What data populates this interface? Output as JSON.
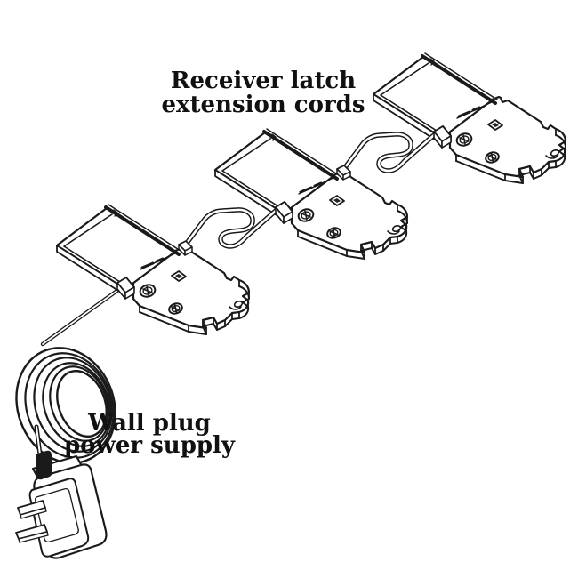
{
  "page": {
    "background": "#ffffff"
  },
  "diagram": {
    "labels": {
      "extension_cords_line1": "Receiver latch",
      "extension_cords_line2": "extension cords",
      "power_supply_line1": "Wall plug",
      "power_supply_line2": "power supply"
    },
    "components": {
      "receivers": {
        "name": "receiver latch",
        "count": 3
      },
      "extension_cords": {
        "name": "receiver latch extension cord",
        "count": 2
      },
      "power_cord": {
        "name": "coiled power cord",
        "count": 1
      },
      "power_supply": {
        "name": "wall plug power supply",
        "count": 1
      }
    },
    "colors": {
      "line": "#1a1a1a",
      "text": "#111111",
      "background": "#ffffff"
    }
  }
}
